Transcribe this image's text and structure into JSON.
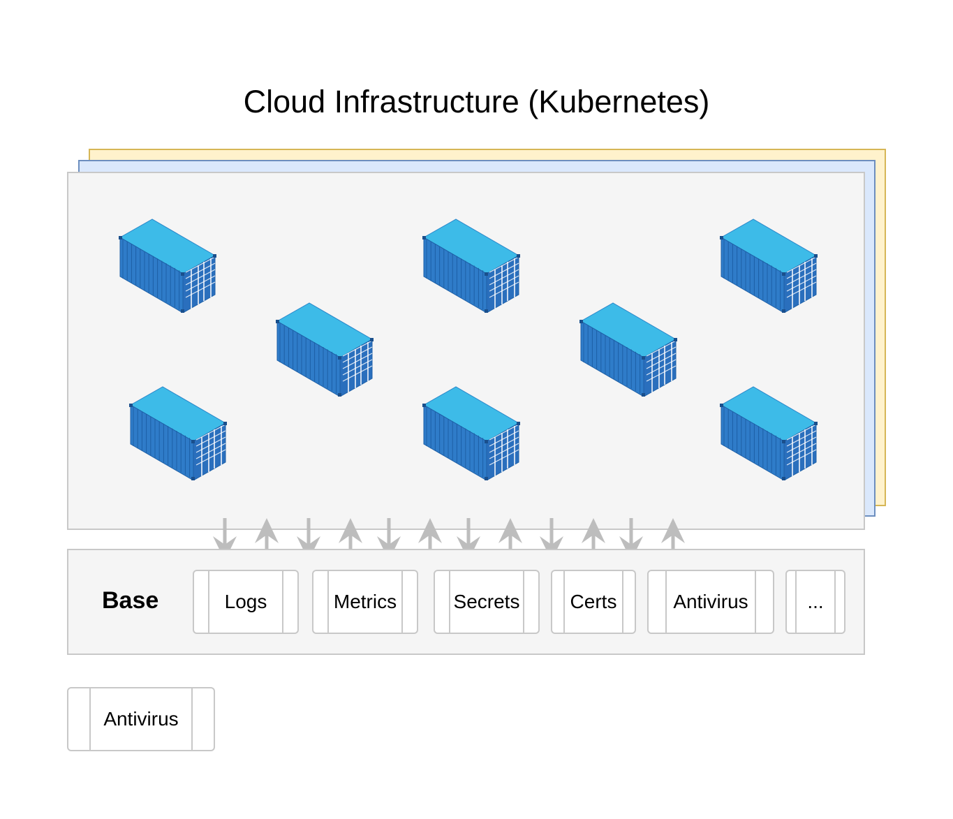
{
  "title": "Cloud Infrastructure (Kubernetes)",
  "base": {
    "label": "Base",
    "services": [
      "Logs",
      "Metrics",
      "Secrets",
      "Certs",
      "Antivirus",
      "..."
    ]
  },
  "standalone": {
    "label": "Antivirus"
  },
  "container_icon": "shipping-container-icon",
  "colors": {
    "layer_back_fill": "#fff2cc",
    "layer_back_stroke": "#d6b656",
    "layer_mid_fill": "#dae8fc",
    "layer_mid_stroke": "#6c8ebf",
    "panel_fill": "#f5f5f5",
    "panel_stroke": "#c8c8c8",
    "container_top": "#3dbbe8",
    "container_side": "#2f7cc9",
    "arrow": "#bdbdbd"
  }
}
